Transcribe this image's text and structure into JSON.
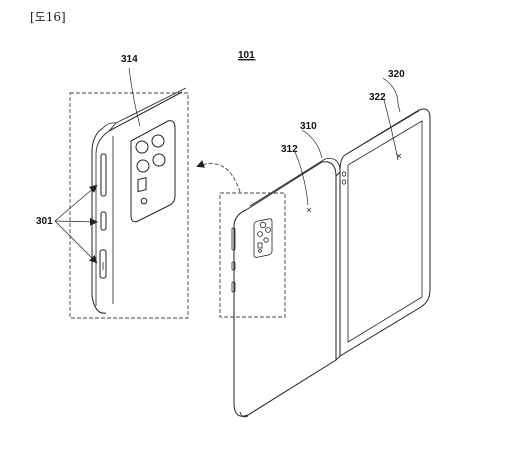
{
  "figure": {
    "label": "[도16]"
  },
  "reference_numerals": {
    "device": "101",
    "first_housing": "310",
    "first_display": "312",
    "camera_module": "314",
    "second_housing": "320",
    "second_display": "322",
    "side_keys": "301"
  }
}
